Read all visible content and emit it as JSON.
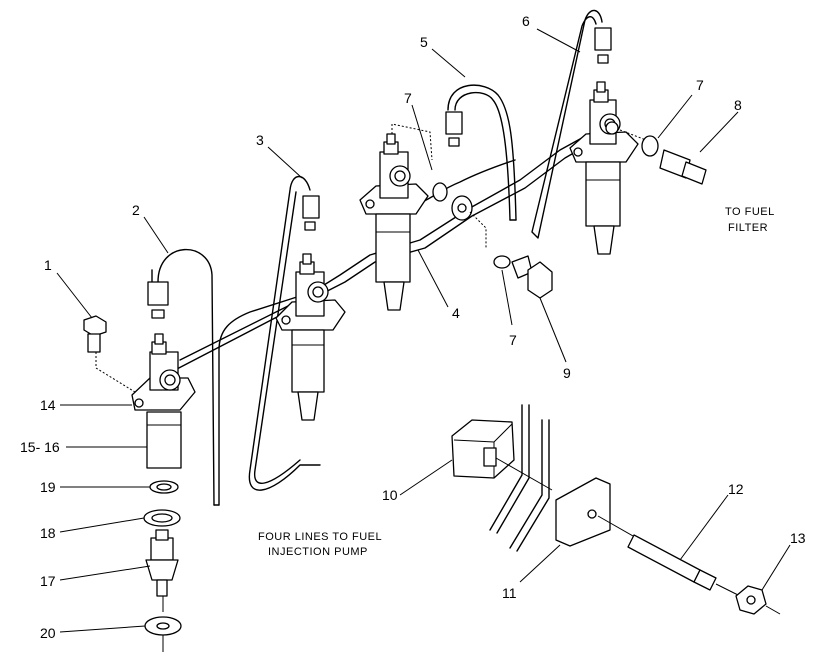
{
  "callouts": {
    "c1": "1",
    "c2": "2",
    "c3": "3",
    "c4": "4",
    "c5": "5",
    "c6": "6",
    "c7a": "7",
    "c7b": "7",
    "c7c": "7",
    "c8": "8",
    "c9": "9",
    "c10": "10",
    "c11": "11",
    "c12": "12",
    "c13": "13",
    "c14": "14",
    "c15_16": "15- 16",
    "c17": "17",
    "c18": "18",
    "c19": "19",
    "c20": "20"
  },
  "notes": {
    "fuel_filter_line1": "TO FUEL",
    "fuel_filter_line2": "FILTER",
    "lines_line1": "FOUR LINES TO FUEL",
    "lines_line2": "INJECTION PUMP"
  }
}
